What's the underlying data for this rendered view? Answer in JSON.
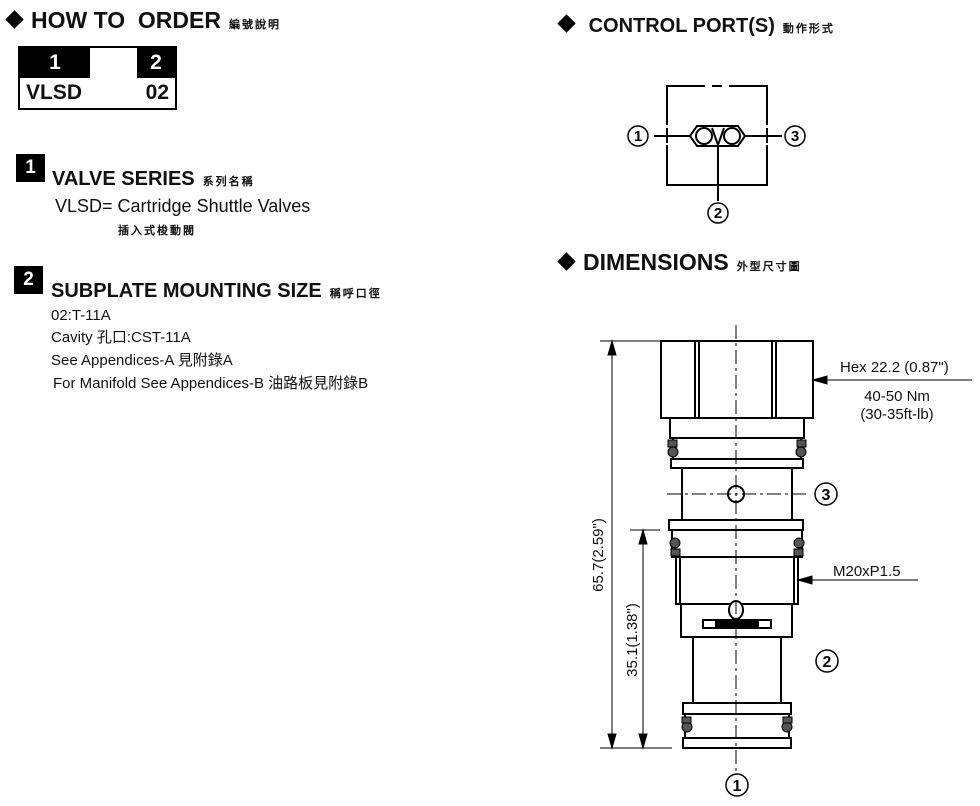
{
  "order": {
    "title": "HOW TO  ORDER",
    "title_cn": "編號說明",
    "header": [
      "1",
      "",
      "2"
    ],
    "values": [
      "VLSD",
      "02"
    ]
  },
  "series": {
    "badge": "1",
    "title": "VALVE SERIES",
    "title_cn": "系列名稱",
    "desc": "VLSD= Cartridge Shuttle Valves",
    "desc_cn": "插入式梭動閥"
  },
  "size": {
    "badge": "2",
    "title": "SUBPLATE MOUNTING SIZE",
    "title_cn": "稱呼口徑",
    "lines": [
      "02:T-11A",
      "Cavity 孔口:CST-11A",
      "See Appendices-A 見附錄A",
      "For Manifold See Appendices-B 油路板見附錄B"
    ]
  },
  "control": {
    "title": "CONTROL PORT(S)",
    "title_cn": "動作形式",
    "ports": [
      "1",
      "2",
      "3"
    ]
  },
  "dims": {
    "title": "DIMENSIONS",
    "title_cn": "外型尺寸圖",
    "hex": "Hex 22.2 (0.87\")",
    "torque": "40-50 Nm",
    "torque_imp": "(30-35ft-lb)",
    "thread": "M20xP1.5",
    "overall": "65.7(2.59\")",
    "lower": "35.1(1.38\")",
    "ports": [
      "1",
      "2",
      "3"
    ]
  }
}
